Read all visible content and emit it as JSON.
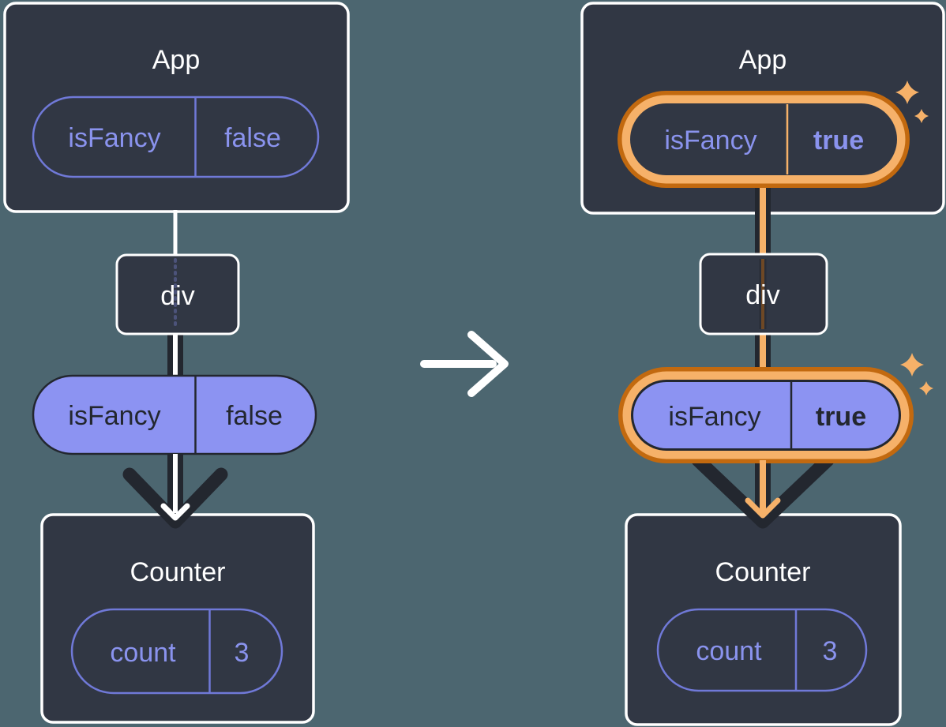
{
  "colors": {
    "background": "#4C6670",
    "card_fill": "#313744",
    "card_border": "#FFFFFF",
    "accent_dark": "#23272F",
    "purple_outline": "#7079D8",
    "purple_text": "#8A93EE",
    "purple_fill": "#8C93F2",
    "highlight_orange_dark": "#C2690F",
    "highlight_orange_light": "#F6B169",
    "white_line": "#FFFFFF"
  },
  "left": {
    "app": {
      "title": "App",
      "pill": {
        "key": "isFancy",
        "value": "false"
      }
    },
    "div_node": {
      "label": "div"
    },
    "prop_pill": {
      "key": "isFancy",
      "value": "false"
    },
    "counter": {
      "title": "Counter",
      "pill": {
        "key": "count",
        "value": "3"
      }
    }
  },
  "right": {
    "app": {
      "title": "App",
      "pill": {
        "key": "isFancy",
        "value": "true"
      }
    },
    "div_node": {
      "label": "div"
    },
    "prop_pill": {
      "key": "isFancy",
      "value": "true"
    },
    "counter": {
      "title": "Counter",
      "pill": {
        "key": "count",
        "value": "3"
      }
    }
  }
}
